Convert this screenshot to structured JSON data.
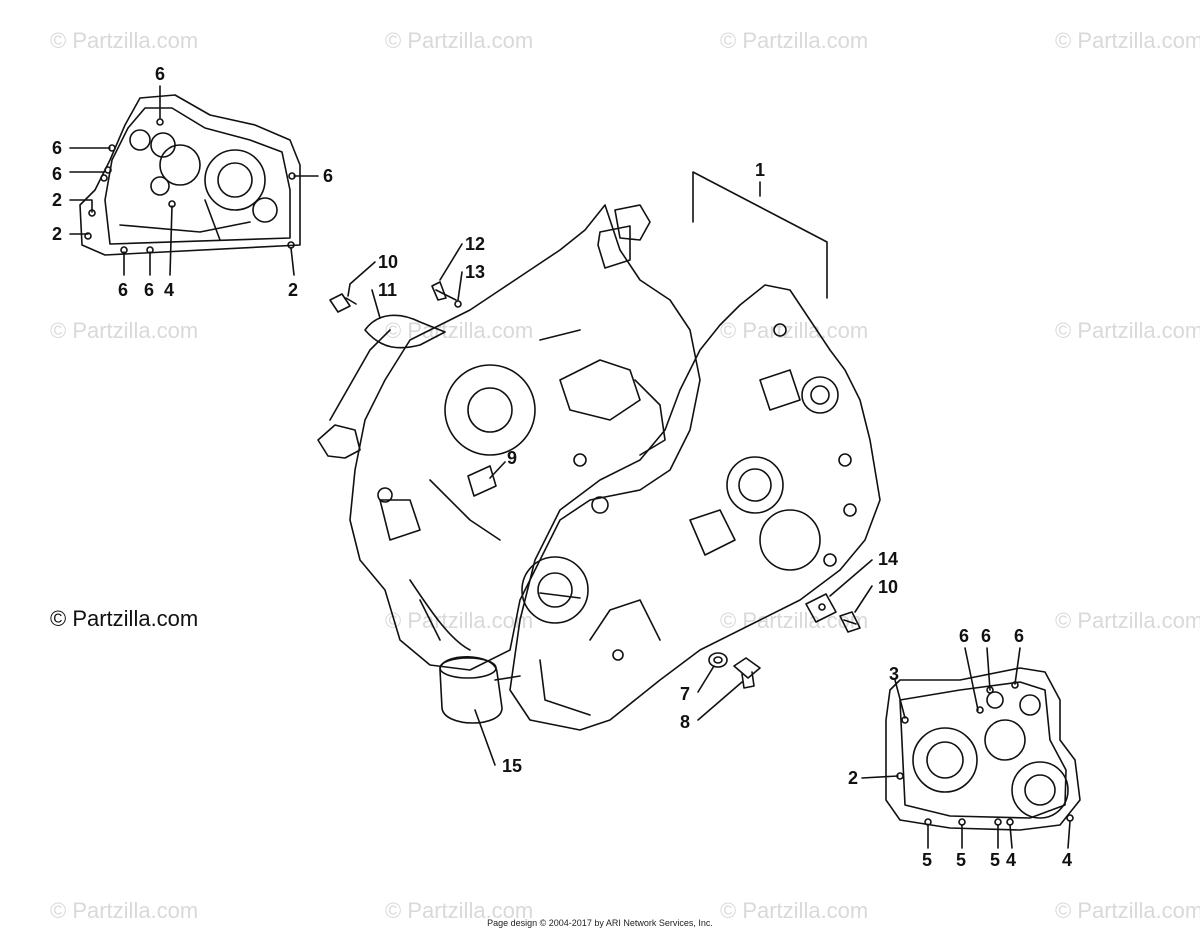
{
  "watermark": "© Partzilla.com",
  "brand_notice": "© Partzilla.com",
  "footer": "Page design © 2004-2017 by ARI Network Services, Inc.",
  "callouts": {
    "c1": "1",
    "c9": "9",
    "c10a": "10",
    "c11": "11",
    "c12": "12",
    "c13": "13",
    "c14": "14",
    "c10b": "10",
    "c7": "7",
    "c8": "8",
    "c15": "15",
    "l6a": "6",
    "l6b": "6",
    "l6c": "6",
    "l6d": "6",
    "l2a": "2",
    "l2b": "2",
    "l6e": "6",
    "l6f": "6",
    "l4a": "4",
    "l2c": "2",
    "r6a": "6",
    "r6b": "6",
    "r6c": "6",
    "r3": "3",
    "r2": "2",
    "r5a": "5",
    "r5b": "5",
    "r5c": "5",
    "r4a": "4",
    "r4b": "4"
  }
}
